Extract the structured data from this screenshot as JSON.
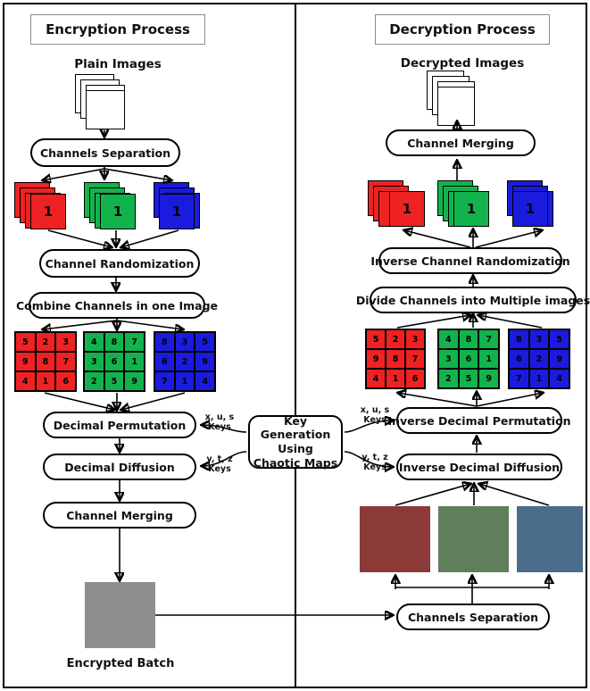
{
  "diagram": {
    "left_panel": {
      "title": "Encryption Process",
      "input_label": "Plain Images",
      "steps": [
        {
          "id": "channels-separation",
          "label": "Channels Separation"
        },
        {
          "id": "channel-randomization",
          "label": "Channel Randomization"
        },
        {
          "id": "combine-channels",
          "label": "Combine Channels in one Image"
        },
        {
          "id": "decimal-permutation",
          "label": "Decimal Permutation"
        },
        {
          "id": "decimal-diffusion",
          "label": "Decimal Diffusion"
        },
        {
          "id": "channel-merging",
          "label": "Channel Merging"
        }
      ],
      "channel_stacks": [
        {
          "name": "red-channel-stack",
          "digit": "1",
          "color": "#ee2222"
        },
        {
          "name": "green-channel-stack",
          "digit": "1",
          "color": "#12b34d"
        },
        {
          "name": "blue-channel-stack",
          "digit": "1",
          "color": "#1b1bdd"
        }
      ],
      "key_labels": [
        {
          "keys": "x, u, s",
          "word": "Keys"
        },
        {
          "keys": "y, t, z",
          "word": "Keys"
        }
      ],
      "output_caption": "Encrypted Batch",
      "output_color": "#8e8e8e"
    },
    "right_panel": {
      "title": "Decryption Process",
      "output_label": "Decrypted Images",
      "steps": [
        {
          "id": "channel-merging",
          "label": "Channel Merging"
        },
        {
          "id": "inverse-channel-randomization",
          "label": "Inverse Channel Randomization"
        },
        {
          "id": "divide-channels",
          "label": "Divide Channels into Multiple images"
        },
        {
          "id": "inverse-decimal-permutation",
          "label": "Inverse Decimal Permutation"
        },
        {
          "id": "inverse-decimal-diffusion",
          "label": "Inverse Decimal Diffusion"
        },
        {
          "id": "channels-separation",
          "label": "Channels Separation"
        }
      ],
      "channel_stacks": [
        {
          "name": "red-channel-stack",
          "digit": "1",
          "color": "#ee2222"
        },
        {
          "name": "green-channel-stack",
          "digit": "1",
          "color": "#12b34d"
        },
        {
          "name": "blue-channel-stack",
          "digit": "1",
          "color": "#1b1bdd"
        }
      ],
      "key_labels": [
        {
          "keys": "x, u, s",
          "word": "Keys"
        },
        {
          "keys": "y, t, z",
          "word": "Keys"
        }
      ],
      "cipher_channels": [
        {
          "name": "red-cipher-channel",
          "color": "#8b3a37"
        },
        {
          "name": "green-cipher-channel",
          "color": "#5f7f5a"
        },
        {
          "name": "blue-cipher-channel",
          "color": "#4a6d8c"
        }
      ]
    },
    "center": {
      "key_generation": {
        "line1": "Key Generation",
        "line2": "Using",
        "line3": "Chaotic Maps"
      }
    },
    "matrices": {
      "red": {
        "color": "#ee2222",
        "rows": [
          [
            "5",
            "2",
            "3"
          ],
          [
            "9",
            "8",
            "7"
          ],
          [
            "4",
            "1",
            "6"
          ]
        ]
      },
      "green": {
        "color": "#12b34d",
        "rows": [
          [
            "4",
            "8",
            "7"
          ],
          [
            "3",
            "6",
            "1"
          ],
          [
            "2",
            "5",
            "9"
          ]
        ]
      },
      "blue": {
        "color": "#1b1bdd",
        "rows": [
          [
            "8",
            "3",
            "5"
          ],
          [
            "6",
            "2",
            "9"
          ],
          [
            "7",
            "1",
            "4"
          ]
        ]
      }
    }
  }
}
